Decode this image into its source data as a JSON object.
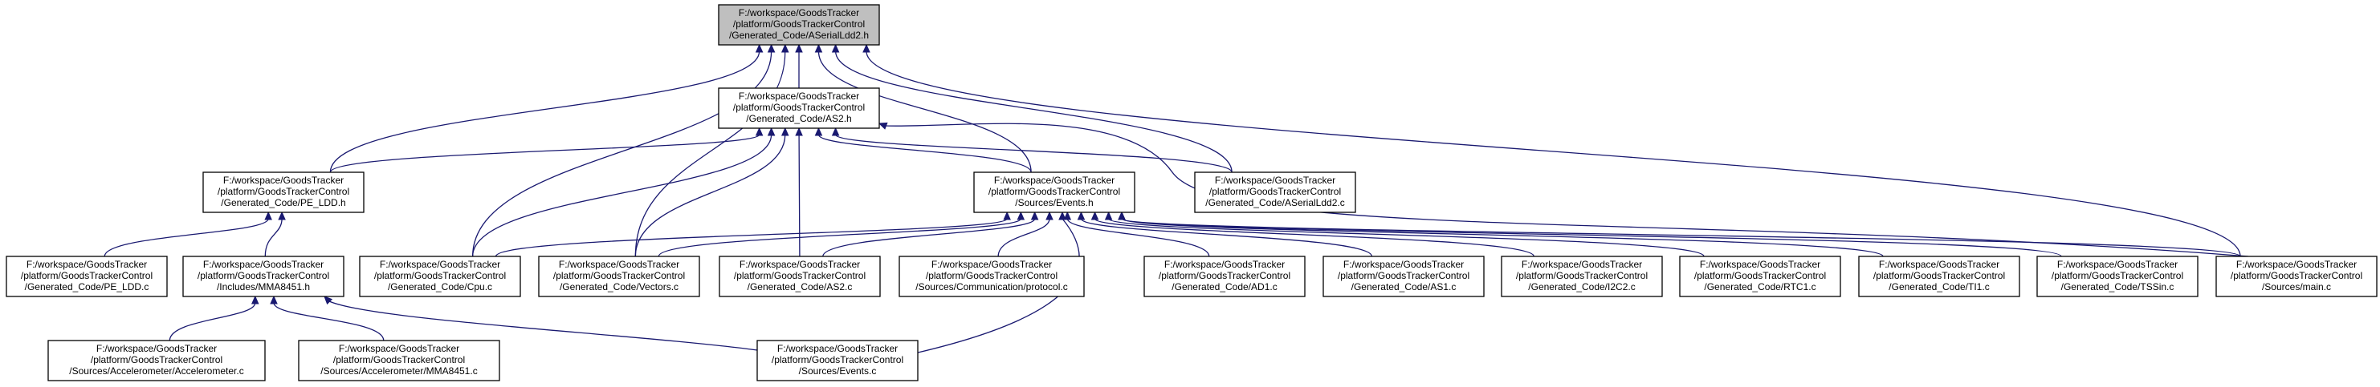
{
  "nodes": [
    {
      "id": "asl2h",
      "lines": [
        "F:/workspace/GoodsTracker",
        "/platform/GoodsTrackerControl",
        "/Generated_Code/ASerialLdd2.h"
      ],
      "highlight": true
    },
    {
      "id": "as2h",
      "lines": [
        "F:/workspace/GoodsTracker",
        "/platform/GoodsTrackerControl",
        "/Generated_Code/AS2.h"
      ]
    },
    {
      "id": "peldd",
      "lines": [
        "F:/workspace/GoodsTracker",
        "/platform/GoodsTrackerControl",
        "/Generated_Code/PE_LDD.h"
      ]
    },
    {
      "id": "eventsh",
      "lines": [
        "F:/workspace/GoodsTracker",
        "/platform/GoodsTrackerControl",
        "/Sources/Events.h"
      ]
    },
    {
      "id": "asl2c",
      "lines": [
        "F:/workspace/GoodsTracker",
        "/platform/GoodsTrackerControl",
        "/Generated_Code/ASerialLdd2.c"
      ]
    },
    {
      "id": "pelddc",
      "lines": [
        "F:/workspace/GoodsTracker",
        "/platform/GoodsTrackerControl",
        "/Generated_Code/PE_LDD.c"
      ]
    },
    {
      "id": "mmah",
      "lines": [
        "F:/workspace/GoodsTracker",
        "/platform/GoodsTrackerControl",
        "/Includes/MMA8451.h"
      ]
    },
    {
      "id": "cpu",
      "lines": [
        "F:/workspace/GoodsTracker",
        "/platform/GoodsTrackerControl",
        "/Generated_Code/Cpu.c"
      ]
    },
    {
      "id": "vectors",
      "lines": [
        "F:/workspace/GoodsTracker",
        "/platform/GoodsTrackerControl",
        "/Generated_Code/Vectors.c"
      ]
    },
    {
      "id": "as2c",
      "lines": [
        "F:/workspace/GoodsTracker",
        "/platform/GoodsTrackerControl",
        "/Generated_Code/AS2.c"
      ]
    },
    {
      "id": "protocol",
      "lines": [
        "F:/workspace/GoodsTracker",
        "/platform/GoodsTrackerControl",
        "/Sources/Communication/protocol.c"
      ]
    },
    {
      "id": "ad1",
      "lines": [
        "F:/workspace/GoodsTracker",
        "/platform/GoodsTrackerControl",
        "/Generated_Code/AD1.c"
      ]
    },
    {
      "id": "as1",
      "lines": [
        "F:/workspace/GoodsTracker",
        "/platform/GoodsTrackerControl",
        "/Generated_Code/AS1.c"
      ]
    },
    {
      "id": "i2c2",
      "lines": [
        "F:/workspace/GoodsTracker",
        "/platform/GoodsTrackerControl",
        "/Generated_Code/I2C2.c"
      ]
    },
    {
      "id": "rtc1",
      "lines": [
        "F:/workspace/GoodsTracker",
        "/platform/GoodsTrackerControl",
        "/Generated_Code/RTC1.c"
      ]
    },
    {
      "id": "ti1",
      "lines": [
        "F:/workspace/GoodsTracker",
        "/platform/GoodsTrackerControl",
        "/Generated_Code/TI1.c"
      ]
    },
    {
      "id": "tssin",
      "lines": [
        "F:/workspace/GoodsTracker",
        "/platform/GoodsTrackerControl",
        "/Generated_Code/TSSin.c"
      ]
    },
    {
      "id": "main",
      "lines": [
        "F:/workspace/GoodsTracker",
        "/platform/GoodsTrackerControl",
        "/Sources/main.c"
      ]
    },
    {
      "id": "accel",
      "lines": [
        "F:/workspace/GoodsTracker",
        "/platform/GoodsTrackerControl",
        "/Sources/Accelerometer/Accelerometer.c"
      ]
    },
    {
      "id": "mmac",
      "lines": [
        "F:/workspace/GoodsTracker",
        "/platform/GoodsTrackerControl",
        "/Sources/Accelerometer/MMA8451.c"
      ]
    },
    {
      "id": "eventsc",
      "lines": [
        "F:/workspace/GoodsTracker",
        "/platform/GoodsTrackerControl",
        "/Sources/Events.c"
      ]
    }
  ],
  "edges": [
    {
      "from": "as2h",
      "to": "asl2h"
    },
    {
      "from": "peldd",
      "to": "asl2h"
    },
    {
      "from": "cpu",
      "to": "asl2h"
    },
    {
      "from": "vectors",
      "to": "asl2h"
    },
    {
      "from": "eventsh",
      "to": "asl2h"
    },
    {
      "from": "asl2c",
      "to": "asl2h"
    },
    {
      "from": "main",
      "to": "asl2h"
    },
    {
      "from": "peldd",
      "to": "as2h"
    },
    {
      "from": "cpu",
      "to": "as2h"
    },
    {
      "from": "vectors",
      "to": "as2h"
    },
    {
      "from": "as2c",
      "to": "as2h"
    },
    {
      "from": "eventsh",
      "to": "as2h"
    },
    {
      "from": "asl2c",
      "to": "as2h"
    },
    {
      "from": "main",
      "to": "as2h"
    },
    {
      "from": "pelddc",
      "to": "peldd"
    },
    {
      "from": "mmah",
      "to": "peldd"
    },
    {
      "from": "accel",
      "to": "mmah"
    },
    {
      "from": "mmac",
      "to": "mmah"
    },
    {
      "from": "eventsc",
      "to": "mmah"
    },
    {
      "from": "cpu",
      "to": "eventsh"
    },
    {
      "from": "vectors",
      "to": "eventsh"
    },
    {
      "from": "as2c",
      "to": "eventsh"
    },
    {
      "from": "protocol",
      "to": "eventsh"
    },
    {
      "from": "eventsc",
      "to": "eventsh"
    },
    {
      "from": "ad1",
      "to": "eventsh"
    },
    {
      "from": "as1",
      "to": "eventsh"
    },
    {
      "from": "i2c2",
      "to": "eventsh"
    },
    {
      "from": "rtc1",
      "to": "eventsh"
    },
    {
      "from": "ti1",
      "to": "eventsh"
    },
    {
      "from": "tssin",
      "to": "eventsh"
    },
    {
      "from": "main",
      "to": "eventsh"
    }
  ],
  "colors": {
    "node_fill": "#ffffff",
    "highlight_fill": "#bfbfbf",
    "node_border": "#000000",
    "edge": "#191970",
    "text": "#000000"
  }
}
